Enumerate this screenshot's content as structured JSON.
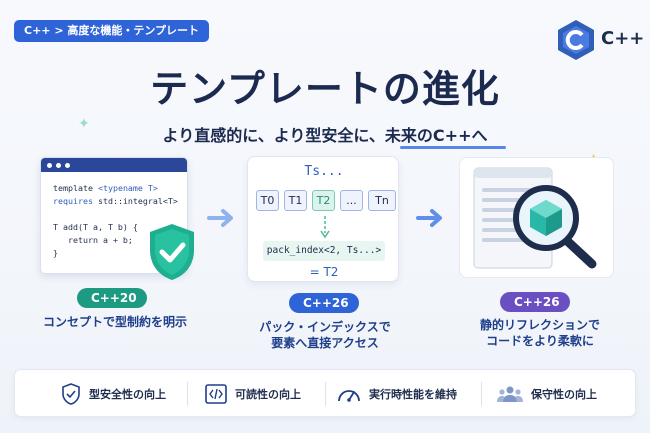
{
  "breadcrumb": "C++ > 高度な機能・テンプレート",
  "logo": {
    "text": "C++",
    "color": "#2f5fb8"
  },
  "title": "テンプレートの進化",
  "subtitle": "より直感的に、より型安全に、未来のC++へ",
  "code_sample": {
    "line1_kw": "template",
    "line1_rest": " <typename T>",
    "line2_kw": "requires",
    "line2_rest": " std::integral<T>",
    "line3": "T add(T a, T b) {",
    "line4": "   return a + b;",
    "line5": "}"
  },
  "pack_index": {
    "header": "Ts...",
    "cells": [
      "T0",
      "T1",
      "T2",
      "...",
      "Tn"
    ],
    "call": "pack_index<2, Ts...>",
    "result": "= T2"
  },
  "features": [
    {
      "version": "C++20",
      "caption": "コンセプトで型制約を明示",
      "color": "#1d9a82"
    },
    {
      "version": "C++26",
      "caption_line1": "パック・インデックスで",
      "caption_line2": "要素へ直接アクセス",
      "color": "#2f63d8"
    },
    {
      "version": "C++26",
      "caption_line1": "静的リフレクションで",
      "caption_line2": "コードをより柔軟に",
      "color": "#6a4fc2"
    }
  ],
  "footer": [
    {
      "label": "型安全性の向上",
      "icon": "shield-check-icon"
    },
    {
      "label": "可読性の向上",
      "icon": "code-brackets-icon"
    },
    {
      "label": "実行時性能を維持",
      "icon": "speedometer-icon"
    },
    {
      "label": "保守性の向上",
      "icon": "team-icon"
    }
  ]
}
